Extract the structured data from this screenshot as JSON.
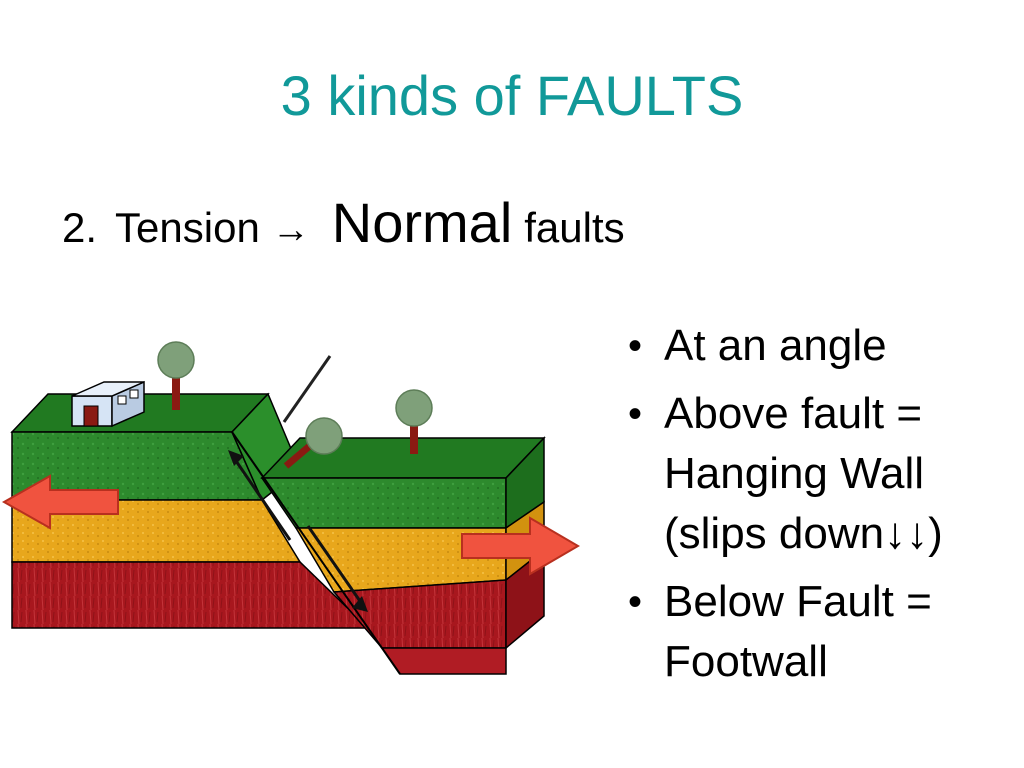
{
  "slide": {
    "title": "3 kinds of FAULTS",
    "subtitle": {
      "number": "2.",
      "tension": "Tension",
      "arrow": "→",
      "normal": "Normal",
      "faults": "faults"
    },
    "bullets": [
      {
        "marker": "•",
        "lines": [
          "At an angle"
        ]
      },
      {
        "marker": "•",
        "lines": [
          "Above fault =",
          "Hanging Wall",
          "(slips down↓↓)"
        ]
      },
      {
        "marker": "•",
        "lines": [
          "Below Fault =",
          "Footwall"
        ]
      }
    ]
  },
  "colors": {
    "title": "#119999",
    "grass_top": "#2f7e28",
    "grass": "#1f7a1f",
    "sand": "#e8a71c",
    "rock": "#a8171e",
    "arrow": "#f0533f",
    "house": "#d6e4f5",
    "tree_trunk": "#8a1a12",
    "tree_crown": "#7fa07a"
  }
}
